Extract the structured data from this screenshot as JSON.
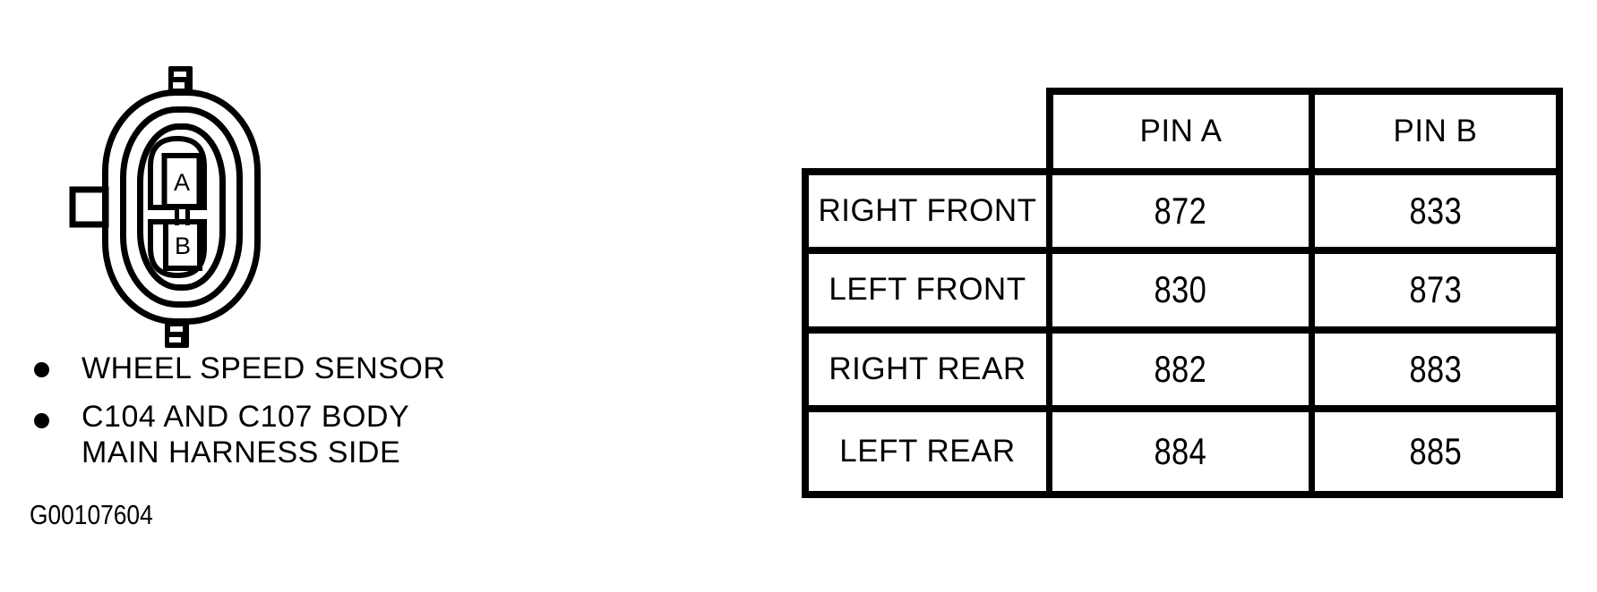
{
  "palette": {
    "ink": "#000000",
    "paper": "#ffffff"
  },
  "connector_diagram": {
    "description_icons": [
      "oval-connector-housing",
      "top-latch-tab",
      "bottom-latch-tab",
      "side-lock-tab"
    ],
    "pin_a": "A",
    "pin_b": "B"
  },
  "legend": {
    "bullets": [
      {
        "lines": [
          "WHEEL SPEED SENSOR"
        ]
      },
      {
        "lines": [
          "C104 AND C107 BODY",
          "MAIN HARNESS SIDE"
        ]
      }
    ]
  },
  "figure_code": "G00107604",
  "pin_table": {
    "column_headers": [
      "PIN A",
      "PIN B"
    ],
    "rows": [
      {
        "label": "RIGHT FRONT",
        "pin_a": "872",
        "pin_b": "833"
      },
      {
        "label": "LEFT FRONT",
        "pin_a": "830",
        "pin_b": "873"
      },
      {
        "label": "RIGHT REAR",
        "pin_a": "882",
        "pin_b": "883"
      },
      {
        "label": "LEFT REAR",
        "pin_a": "884",
        "pin_b": "885"
      }
    ]
  }
}
